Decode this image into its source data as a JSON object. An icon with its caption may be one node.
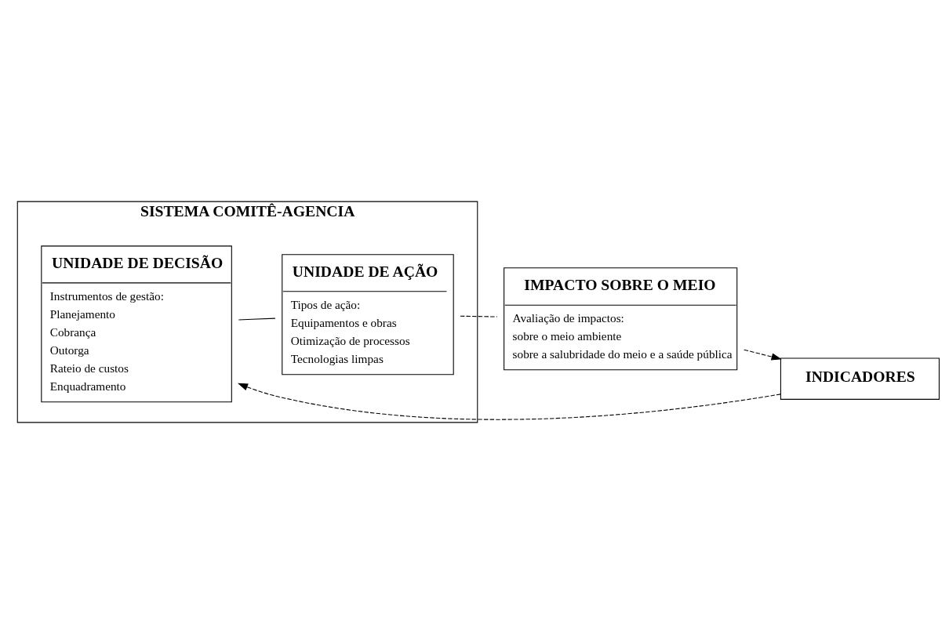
{
  "diagram": {
    "nodes": [
      {
        "text": [
          "SISTEMA COMITÊ-AGENCIA"
        ]
      },
      {
        "text": [
          "UNIDADE DE DECISÃO",
          "Instrumentos de gestão:",
          "Planejamento",
          "Cobrança",
          "Outorga",
          "Rateio de custos",
          "Enquadramento"
        ],
        "in": 0
      },
      {
        "text": [
          "UNIDADE DE AÇÃO",
          "Tipos de ação:",
          "Equipamentos e obras",
          "Otimização de processos",
          "Tecnologias limpas"
        ],
        "in": 0
      },
      {
        "text": [
          "IMPACTO SOBRE O MEIO",
          "Avaliação de impactos:",
          "sobre o meio ambiente",
          "sobre a salubridade do meio e a saúde pública"
        ]
      },
      {
        "text": [
          "INDICADORES"
        ]
      }
    ],
    "edges": [
      {
        "from": 1,
        "to": 2,
        "arrow": "none"
      },
      {
        "from": 2,
        "to": 3,
        "arrow": "none",
        "style": "dashed"
      },
      {
        "from": 3,
        "to": 4,
        "arrow": "to",
        "style": "dashed"
      },
      {
        "from": 4,
        "to": 1,
        "arrow": "to",
        "style": "dashed"
      }
    ]
  }
}
